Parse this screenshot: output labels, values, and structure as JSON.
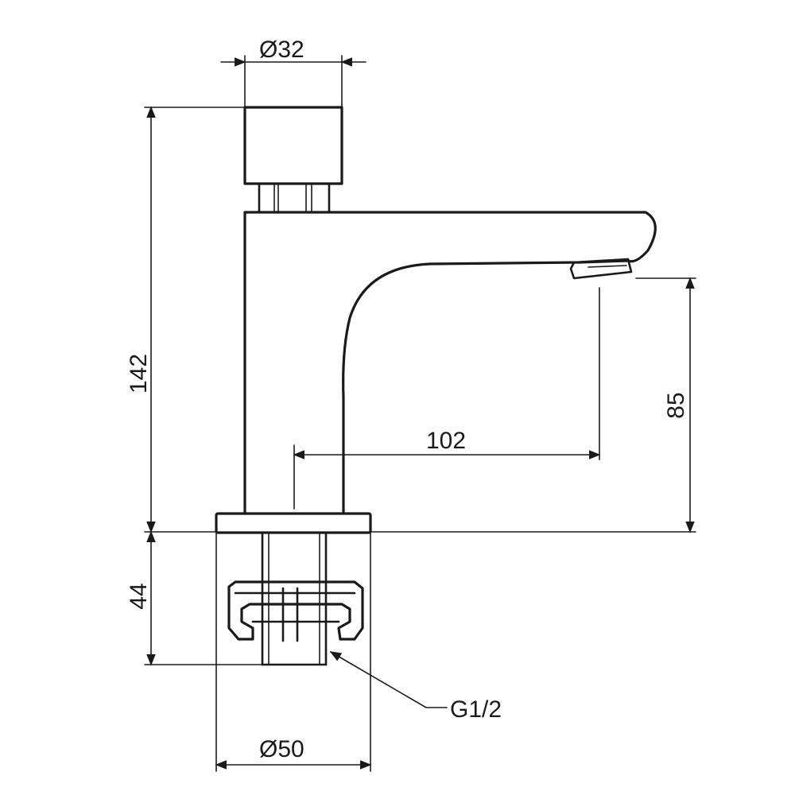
{
  "drawing": {
    "dimensions": {
      "top_diameter": "Ø32",
      "total_height": "142",
      "spout_height": "85",
      "spout_reach": "102",
      "base_height": "44",
      "base_diameter": "Ø50",
      "thread": "G1/2"
    }
  }
}
